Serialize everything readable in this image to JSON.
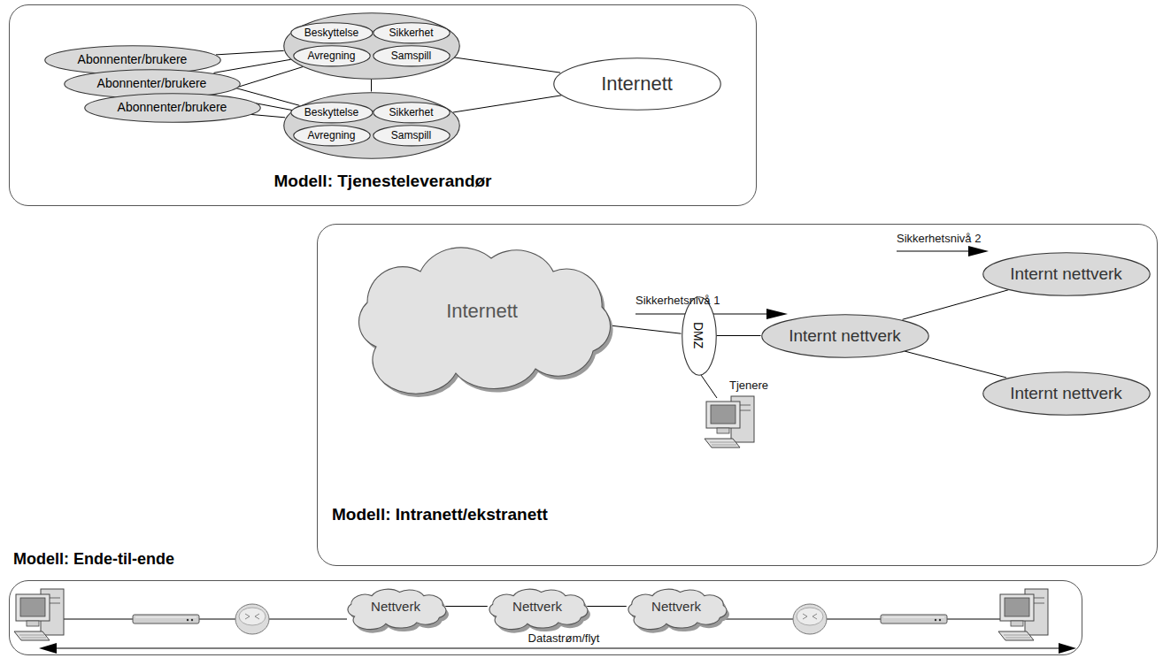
{
  "diagram": {
    "nodes": [
      {
        "text": [
          "Modell: Tjenesteleverandør"
        ]
      },
      {
        "text": [
          "Abonnenter/brukere"
        ],
        "in": 0
      },
      {
        "text": [
          "Abonnenter/brukere"
        ],
        "in": 0
      },
      {
        "text": [
          "Abonnenter/brukere"
        ],
        "in": 0
      },
      {
        "text": [],
        "in": 0
      },
      {
        "text": [
          "Beskyttelse"
        ],
        "in": 4
      },
      {
        "text": [
          "Sikkerhet"
        ],
        "in": 4
      },
      {
        "text": [
          "Avregning"
        ],
        "in": 4
      },
      {
        "text": [
          "Samspill"
        ],
        "in": 4
      },
      {
        "text": [],
        "in": 0
      },
      {
        "text": [
          "Beskyttelse"
        ],
        "in": 9
      },
      {
        "text": [
          "Sikkerhet"
        ],
        "in": 9
      },
      {
        "text": [
          "Avregning"
        ],
        "in": 9
      },
      {
        "text": [
          "Samspill"
        ],
        "in": 9
      },
      {
        "text": [
          "Internett"
        ],
        "in": 0
      },
      {
        "text": [
          "Modell: Intranett/ekstranett"
        ]
      },
      {
        "text": [
          "Internett"
        ],
        "in": 15
      },
      {
        "text": [
          "DMZ"
        ],
        "in": 15
      },
      {
        "text": [
          "Internt nettverk"
        ],
        "in": 15
      },
      {
        "text": [
          "Internt nettverk"
        ],
        "in": 15
      },
      {
        "text": [
          "Internt nettverk"
        ],
        "in": 15
      },
      {
        "text": [
          "Modell: Ende-til-ende"
        ]
      },
      {
        "text": [
          "Nettverk"
        ],
        "in": 21
      },
      {
        "text": [
          "Nettverk"
        ],
        "in": 21
      },
      {
        "text": [
          "Nettverk"
        ],
        "in": 21
      }
    ],
    "edges": [
      {
        "from": 1,
        "to": 4,
        "arrow": "none"
      },
      {
        "from": 1,
        "to": 9,
        "arrow": "none"
      },
      {
        "from": 2,
        "to": 4,
        "arrow": "none"
      },
      {
        "from": 2,
        "to": 9,
        "arrow": "none"
      },
      {
        "from": 3,
        "to": 4,
        "arrow": "none"
      },
      {
        "from": 3,
        "to": 9,
        "arrow": "none"
      },
      {
        "from": 4,
        "to": 9,
        "arrow": "none"
      },
      {
        "from": 4,
        "to": 14,
        "arrow": "none"
      },
      {
        "from": 9,
        "to": 14,
        "arrow": "none"
      },
      {
        "from": 16,
        "to": 17,
        "arrow": "none"
      },
      {
        "from": 17,
        "to": 19,
        "arrow": "none"
      },
      {
        "from": 19,
        "to": 18,
        "arrow": "none"
      },
      {
        "from": 19,
        "to": 20,
        "arrow": "none"
      },
      {
        "from": 22,
        "to": 23,
        "arrow": "none"
      },
      {
        "from": 23,
        "to": 24,
        "arrow": "none"
      }
    ],
    "labels": [
      "Sikkerhetsnivå 1",
      "Sikkerhetsnivå 2",
      "Tjenere",
      "Datastrøm/flyt"
    ]
  }
}
